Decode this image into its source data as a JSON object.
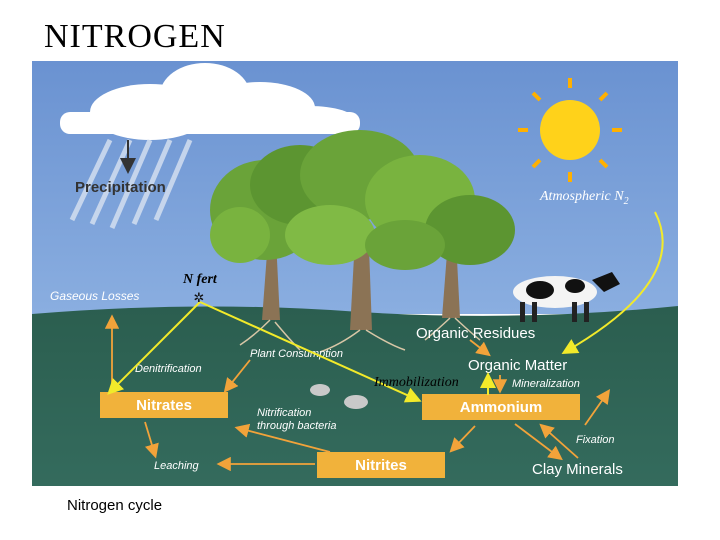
{
  "title": "NITROGEN",
  "caption": "Nitrogen cycle",
  "diagram": {
    "precipitation": "Precipitation",
    "gaseous_losses": "Gaseous Losses",
    "plant_consumption": "Plant Consumption",
    "organic_residues": "Organic Residues",
    "organic_matter": "Organic Matter",
    "mineralization": "Mineralization",
    "denitrification": "Denitrification",
    "nitrification_line1": "Nitrification",
    "nitrification_line2": "through bacteria",
    "fixation": "Fixation",
    "leaching": "Leaching",
    "clay_minerals": "Clay Minerals",
    "nitrates": "Nitrates",
    "ammonium": "Ammonium",
    "nitrites": "Nitrites"
  },
  "overlay": {
    "atmospheric": "Atmospheric N",
    "atmospheric_sub": "2",
    "n_fert": "N fert",
    "immobilization": "Immobilization"
  },
  "colors": {
    "sky": "#6d95d3",
    "soil": "#2d6053",
    "box": "#f1b23b",
    "overlay_arrow": "#f2ea2a"
  }
}
